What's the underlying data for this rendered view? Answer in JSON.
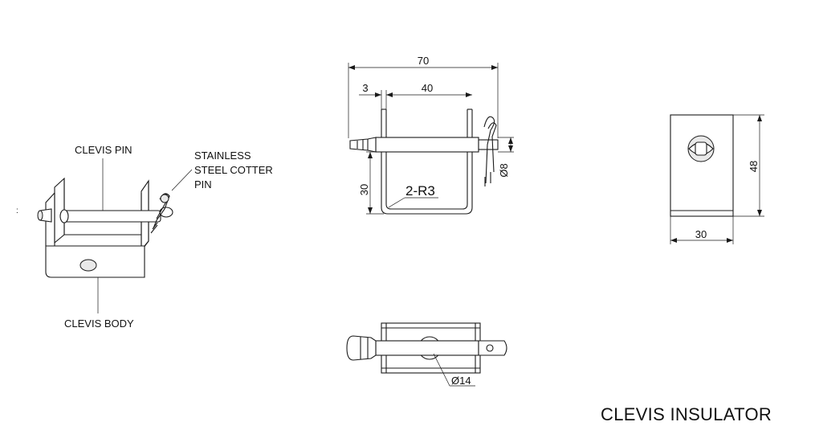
{
  "title": "CLEVIS INSULATOR",
  "iso_view": {
    "labels": {
      "clevis_pin": "CLEVIS PIN",
      "cotter_line1": "STAINLESS",
      "cotter_line2": "STEEL COTTER",
      "cotter_line3": "PIN",
      "clevis_body": "CLEVIS BODY"
    }
  },
  "front_view": {
    "dims": {
      "overall_width": "70",
      "inner_width": "40",
      "offset": "3",
      "height": "30",
      "radius": "2-R3",
      "pin_dia": "Ø8"
    }
  },
  "side_view": {
    "dims": {
      "height": "48",
      "width": "30"
    }
  },
  "top_view": {
    "dims": {
      "hole_dia": "Ø14"
    }
  }
}
